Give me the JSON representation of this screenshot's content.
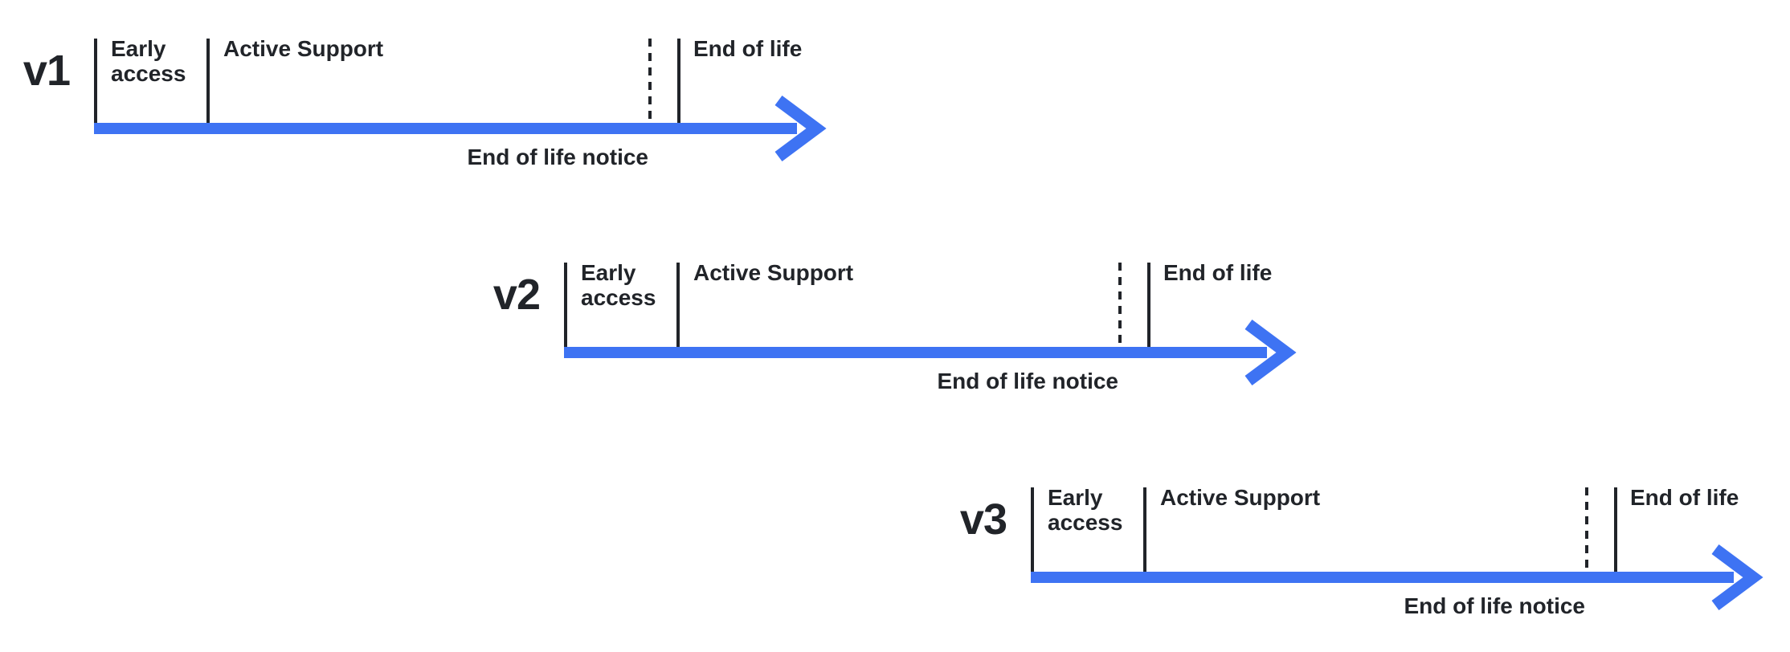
{
  "canvas": {
    "background_color": "#FFFFFF",
    "accent_color": "#3E73F3",
    "ink_color": "#212429",
    "arrowhead_icon": "chevron-right-arrow-icon"
  },
  "timelines": [
    {
      "version": "v1",
      "phases": {
        "early_access": "Early\naccess",
        "active_support": "Active Support",
        "end_of_life": "End of life"
      },
      "annotation": {
        "end_of_life_notice": "End of life notice"
      }
    },
    {
      "version": "v2",
      "phases": {
        "early_access": "Early\naccess",
        "active_support": "Active Support",
        "end_of_life": "End of life"
      },
      "annotation": {
        "end_of_life_notice": "End of life notice"
      }
    },
    {
      "version": "v3",
      "phases": {
        "early_access": "Early\naccess",
        "active_support": "Active Support",
        "end_of_life": "End of life"
      },
      "annotation": {
        "end_of_life_notice": "End of life notice"
      }
    }
  ]
}
